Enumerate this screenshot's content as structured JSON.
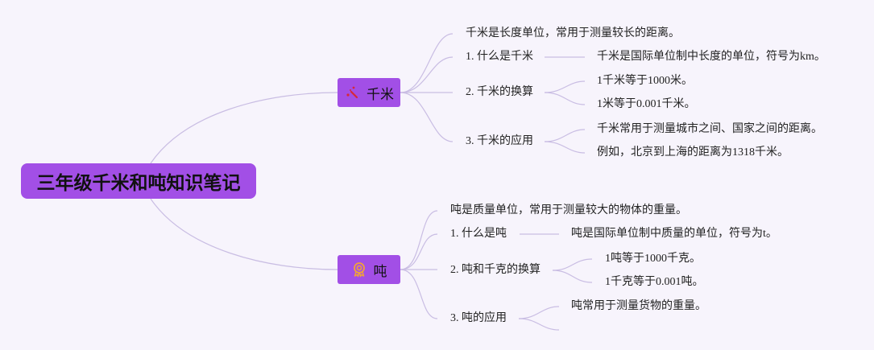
{
  "root": {
    "title": "三年级千米和吨知识笔记",
    "color": "#a24fe6"
  },
  "branches": [
    {
      "label": "千米",
      "icon": "magic-wand-icon",
      "icon_color": "#d6283a",
      "items": [
        {
          "text": "千米是长度单位，常用于测量较长的距离。",
          "children": []
        },
        {
          "text": "1. 什么是千米",
          "children": [
            "千米是国际单位制中长度的单位，符号为km。"
          ]
        },
        {
          "text": "2. 千米的换算",
          "children": [
            "1千米等于1000米。",
            "1米等于0.001千米。"
          ]
        },
        {
          "text": "3. 千米的应用",
          "children": [
            "千米常用于测量城市之间、国家之间的距离。",
            "例如，北京到上海的距离为1318千米。"
          ]
        }
      ]
    },
    {
      "label": "吨",
      "icon": "award-medal-icon",
      "icon_color": "#f0a23a",
      "items": [
        {
          "text": "吨是质量单位，常用于测量较大的物体的重量。",
          "children": []
        },
        {
          "text": "1. 什么是吨",
          "children": [
            "吨是国际单位制中质量的单位，符号为t。"
          ]
        },
        {
          "text": "2. 吨和千克的换算",
          "children": [
            "1吨等于1000千克。",
            "1千克等于0.001吨。"
          ]
        },
        {
          "text": "3. 吨的应用",
          "children": [
            "吨常用于测量货物的重量。",
            ""
          ]
        }
      ]
    }
  ]
}
